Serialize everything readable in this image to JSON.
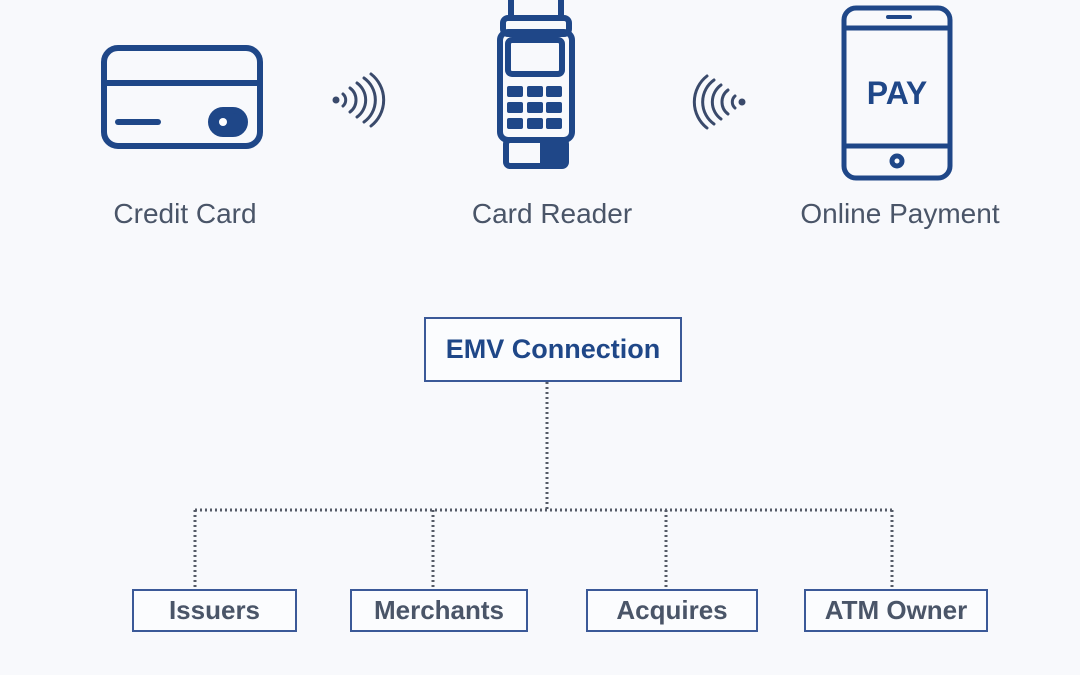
{
  "devices": [
    {
      "label": "Credit Card",
      "icon": "credit-card-icon"
    },
    {
      "label": "Card Reader",
      "icon": "card-reader-icon"
    },
    {
      "label": "Online Payment",
      "icon": "smartphone-icon",
      "screen_text": "PAY"
    }
  ],
  "root": {
    "label": "EMV Connection"
  },
  "children": [
    {
      "label": "Issuers"
    },
    {
      "label": "Merchants"
    },
    {
      "label": "Acquires"
    },
    {
      "label": "ATM Owner"
    }
  ],
  "colors": {
    "icon": "#1f4788",
    "connector": "#555a66",
    "wave": "#3a4a6b",
    "text": "#4a5568"
  }
}
